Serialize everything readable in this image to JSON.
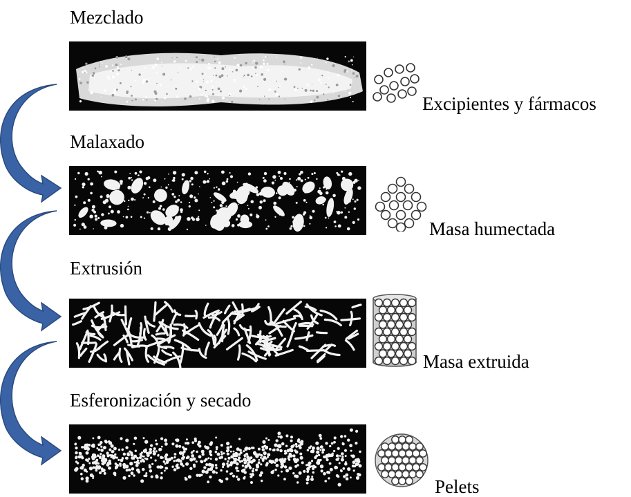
{
  "steps": [
    {
      "title": "Mezclado",
      "label": "Excipientes y fármacos",
      "photo": "powder-mix-photo",
      "icon": "loose-particles-icon"
    },
    {
      "title": "Malaxado",
      "label": "Masa humectada",
      "photo": "wet-mass-photo",
      "icon": "particle-cluster-icon"
    },
    {
      "title": "Extrusión",
      "label": "Masa extruida",
      "photo": "extrudate-photo",
      "icon": "extrudate-cylinder-icon"
    },
    {
      "title": "Esferonización y secado",
      "label": "Pelets",
      "photo": "pellets-photo",
      "icon": "pellet-sphere-icon"
    }
  ],
  "colors": {
    "arrow_fill": "#3a63a5",
    "arrow_edge": "#2a4a80",
    "photo_background": "#070707",
    "particle_color": "#f2f2f2"
  }
}
